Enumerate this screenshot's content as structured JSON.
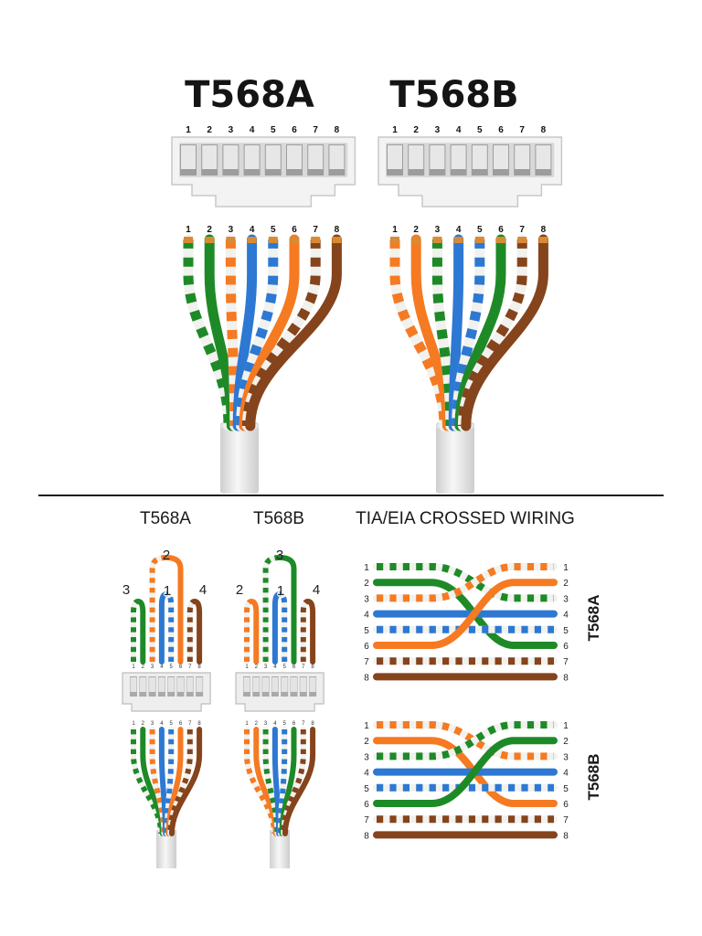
{
  "top": {
    "title_a": "T568A",
    "title_b": "T568B",
    "pins": [
      "1",
      "2",
      "3",
      "4",
      "5",
      "6",
      "7",
      "8"
    ]
  },
  "bottom": {
    "title_a": "T568A",
    "title_b": "T568B",
    "title_crossed": "TIA/EIA CROSSED WIRING",
    "pair_labels_a": [
      "3",
      "2",
      "1",
      "4"
    ],
    "pair_labels_b": [
      "2",
      "3",
      "1",
      "4"
    ],
    "crossed_rows": [
      "1",
      "2",
      "3",
      "4",
      "5",
      "6",
      "7",
      "8"
    ],
    "crossed_label_a": "T568A",
    "crossed_label_b": "T568B"
  },
  "colors": {
    "green": "#1e8a27",
    "orange": "#f57a22",
    "blue": "#2d78d2",
    "brown": "#85441c",
    "stripe_white": "#f1f1ee"
  },
  "wiring": {
    "T568A": [
      {
        "pin": "1",
        "color": "green",
        "striped": true
      },
      {
        "pin": "2",
        "color": "green",
        "striped": false
      },
      {
        "pin": "3",
        "color": "orange",
        "striped": true
      },
      {
        "pin": "4",
        "color": "blue",
        "striped": false
      },
      {
        "pin": "5",
        "color": "blue",
        "striped": true
      },
      {
        "pin": "6",
        "color": "orange",
        "striped": false
      },
      {
        "pin": "7",
        "color": "brown",
        "striped": true
      },
      {
        "pin": "8",
        "color": "brown",
        "striped": false
      }
    ],
    "T568B": [
      {
        "pin": "1",
        "color": "orange",
        "striped": true
      },
      {
        "pin": "2",
        "color": "orange",
        "striped": false
      },
      {
        "pin": "3",
        "color": "green",
        "striped": true
      },
      {
        "pin": "4",
        "color": "blue",
        "striped": false
      },
      {
        "pin": "5",
        "color": "blue",
        "striped": true
      },
      {
        "pin": "6",
        "color": "green",
        "striped": false
      },
      {
        "pin": "7",
        "color": "brown",
        "striped": true
      },
      {
        "pin": "8",
        "color": "brown",
        "striped": false
      }
    ]
  }
}
